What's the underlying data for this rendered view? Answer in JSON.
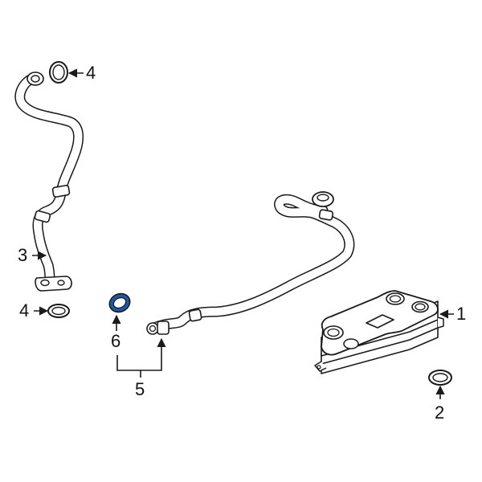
{
  "colors": {
    "line": "#1a1a1a",
    "highlight": "#1f5aa6",
    "background": "#ffffff"
  },
  "callouts": [
    {
      "id": "1",
      "label": "1",
      "part": "oil-cooler"
    },
    {
      "id": "2",
      "label": "2",
      "part": "oil-cooler-gasket"
    },
    {
      "id": "3",
      "label": "3",
      "part": "upper-oil-line"
    },
    {
      "id": "4a",
      "label": "4",
      "part": "upper-o-ring"
    },
    {
      "id": "4b",
      "label": "4",
      "part": "lower-o-ring"
    },
    {
      "id": "5",
      "label": "5",
      "part": "lower-oil-line"
    },
    {
      "id": "6",
      "label": "6",
      "part": "highlighted-seal"
    }
  ]
}
